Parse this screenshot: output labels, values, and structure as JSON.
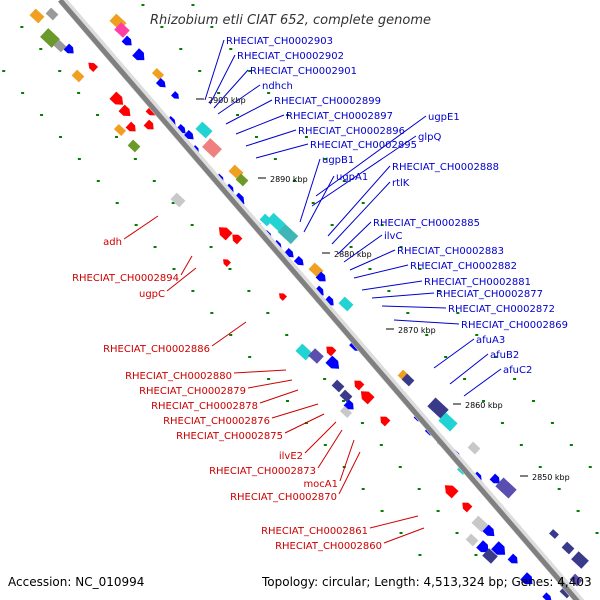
{
  "title": "Rhizobium etli CIAT 652, complete genome",
  "accession": "Accession: NC_010994",
  "topology": "Topology: circular; Length: 4,513,324 bp; Genes: 4,403",
  "colors": {
    "forward_label": "#0000cc",
    "reverse_label": "#cc0000",
    "backbone": "#808080",
    "forward_gene": "#0000ff",
    "reverse_gene": "#ff0000",
    "marker_dot": "#008000"
  },
  "ticks": [
    "2900 kbp",
    "2890 kbp",
    "2880 kbp",
    "2870 kbp",
    "2860 kbp",
    "2850 kbp"
  ],
  "forward_labels": [
    "RHECIAT_CH0002903",
    "RHECIAT_CH0002902",
    "RHECIAT_CH0002901",
    "ndhch",
    "RHECIAT_CH0002899",
    "RHECIAT_CH0002897",
    "RHECIAT_CH0002896",
    "RHECIAT_CH0002895",
    "ugpE1",
    "glpQ",
    "ugpB1",
    "ugpA1",
    "RHECIAT_CH0002888",
    "rtlK",
    "RHECIAT_CH0002885",
    "ilvC",
    "RHECIAT_CH0002883",
    "RHECIAT_CH0002882",
    "RHECIAT_CH0002881",
    "RHECIAT_CH0002877",
    "RHECIAT_CH0002872",
    "RHECIAT_CH0002869",
    "afuA3",
    "afuB2",
    "afuC2"
  ],
  "reverse_labels": [
    "adh",
    "RHECIAT_CH0002894",
    "ugpC",
    "RHECIAT_CH0002886",
    "RHECIAT_CH0002880",
    "RHECIAT_CH0002879",
    "RHECIAT_CH0002878",
    "RHECIAT_CH0002876",
    "RHECIAT_CH0002875",
    "ilvE2",
    "RHECIAT_CH0002873",
    "mocA1",
    "RHECIAT_CH0002870",
    "RHECIAT_CH0002861",
    "RHECIAT_CH0002860"
  ]
}
